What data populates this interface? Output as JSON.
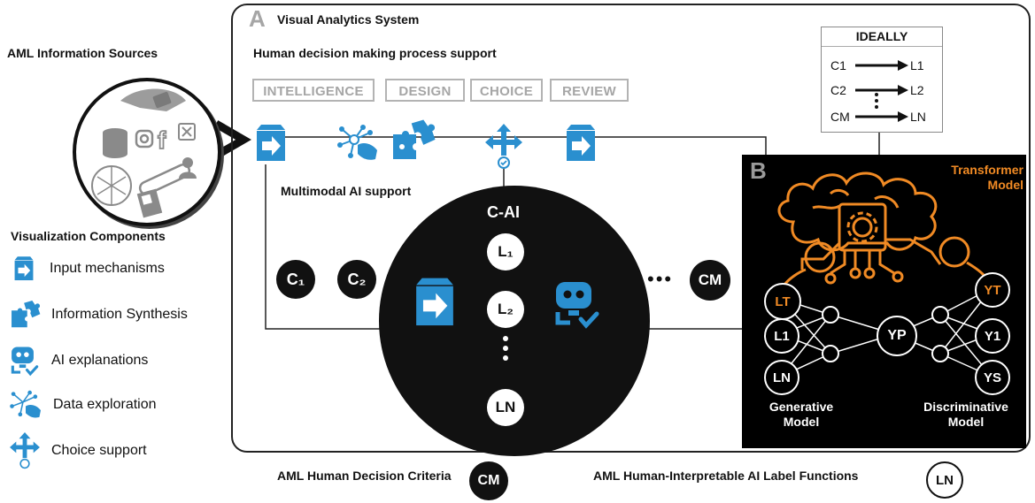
{
  "sources": {
    "title": "AML Information Sources"
  },
  "legend": {
    "title": "Visualization Components",
    "items": [
      {
        "label": "Input mechanisms",
        "icon": "input-mechanism-icon"
      },
      {
        "label": "Information Synthesis",
        "icon": "puzzle-icon"
      },
      {
        "label": "AI explanations",
        "icon": "robot-check-icon"
      },
      {
        "label": "Data exploration",
        "icon": "hand-network-icon"
      },
      {
        "label": "Choice support",
        "icon": "directions-arrow-icon"
      }
    ]
  },
  "panel_a": {
    "letter": "A",
    "title": "Visual Analytics System",
    "subtitle": "Human decision making process support",
    "phases": [
      "INTELLIGENCE",
      "DESIGN",
      "CHOICE",
      "REVIEW"
    ],
    "multimodal_label": "Multimodal AI support",
    "cai_label": "C-AI",
    "criteria": [
      "C₁",
      "C₂",
      "CM"
    ],
    "ellipsis": "•••",
    "labels": [
      "L₁",
      "L₂",
      "LN"
    ],
    "vdots": "⋮"
  },
  "ideally": {
    "title": "IDEALLY",
    "rows": [
      {
        "c": "C1",
        "l": "L1"
      },
      {
        "c": "C2",
        "l": "L2"
      },
      {
        "c": "CM",
        "l": "LN"
      }
    ]
  },
  "panel_b": {
    "letter": "B",
    "transformer_label": [
      "Transformer",
      "Model"
    ],
    "nodes_left": [
      "LT",
      "L1",
      "LN"
    ],
    "node_mid": "YP",
    "nodes_right": [
      "YT",
      "Y1",
      "YS"
    ],
    "generative": [
      "Generative",
      "Model"
    ],
    "discriminative": [
      "Discriminative",
      "Model"
    ]
  },
  "bottom": {
    "criteria_label": "AML Human Decision Criteria",
    "criteria_symbol": "CM",
    "functions_label": "AML Human-Interpretable AI Label Functions",
    "functions_symbol": "LN"
  },
  "colors": {
    "accent_blue": "#2a8fcf",
    "accent_orange": "#f08a24",
    "phase_gray": "#a6a6a6"
  }
}
